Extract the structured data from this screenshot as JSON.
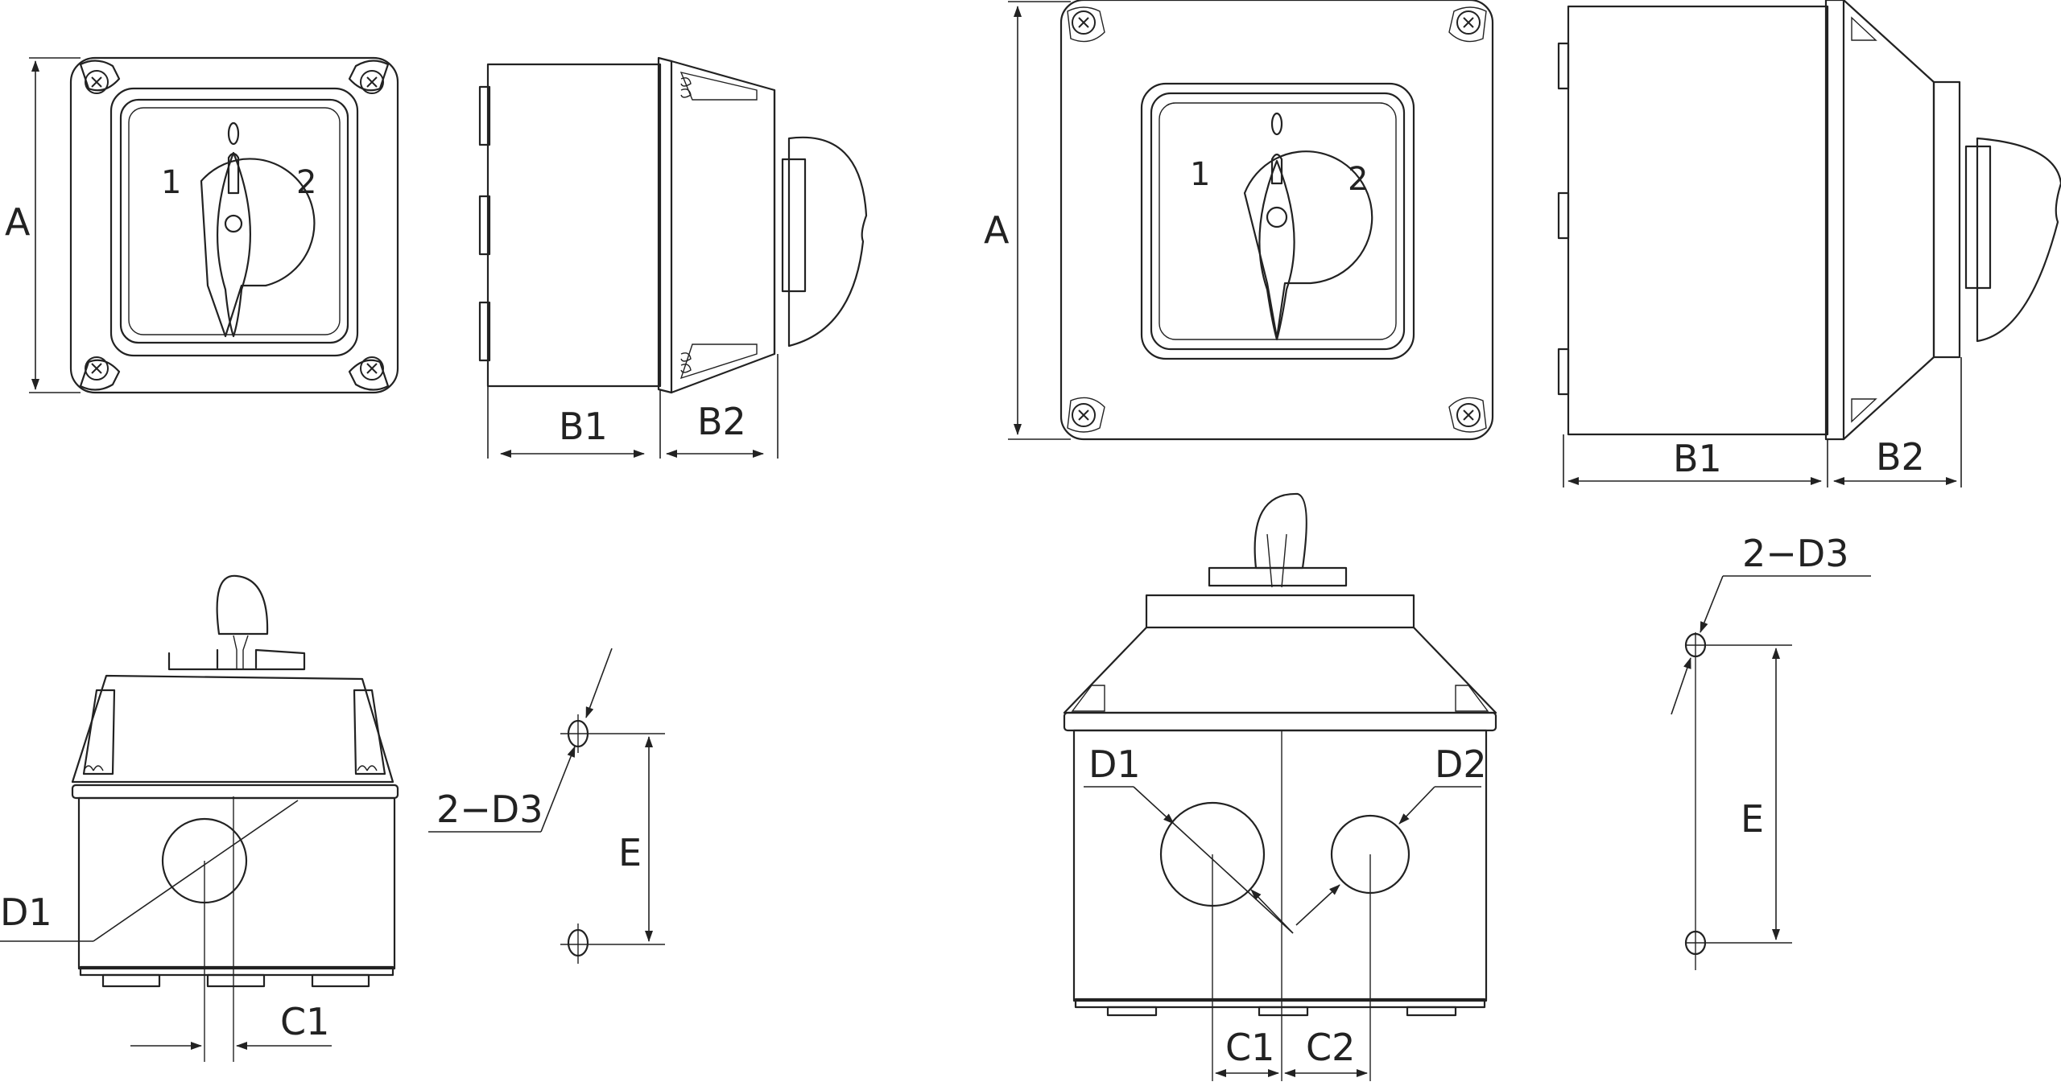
{
  "labels": {
    "A": "A",
    "B1": "B1",
    "B2": "B2",
    "C1": "C1",
    "C2": "C2",
    "D1": "D1",
    "D2": "D2",
    "E": "E",
    "D3": "2−D3"
  },
  "dial": {
    "pos1": "1",
    "pos2": "2"
  }
}
